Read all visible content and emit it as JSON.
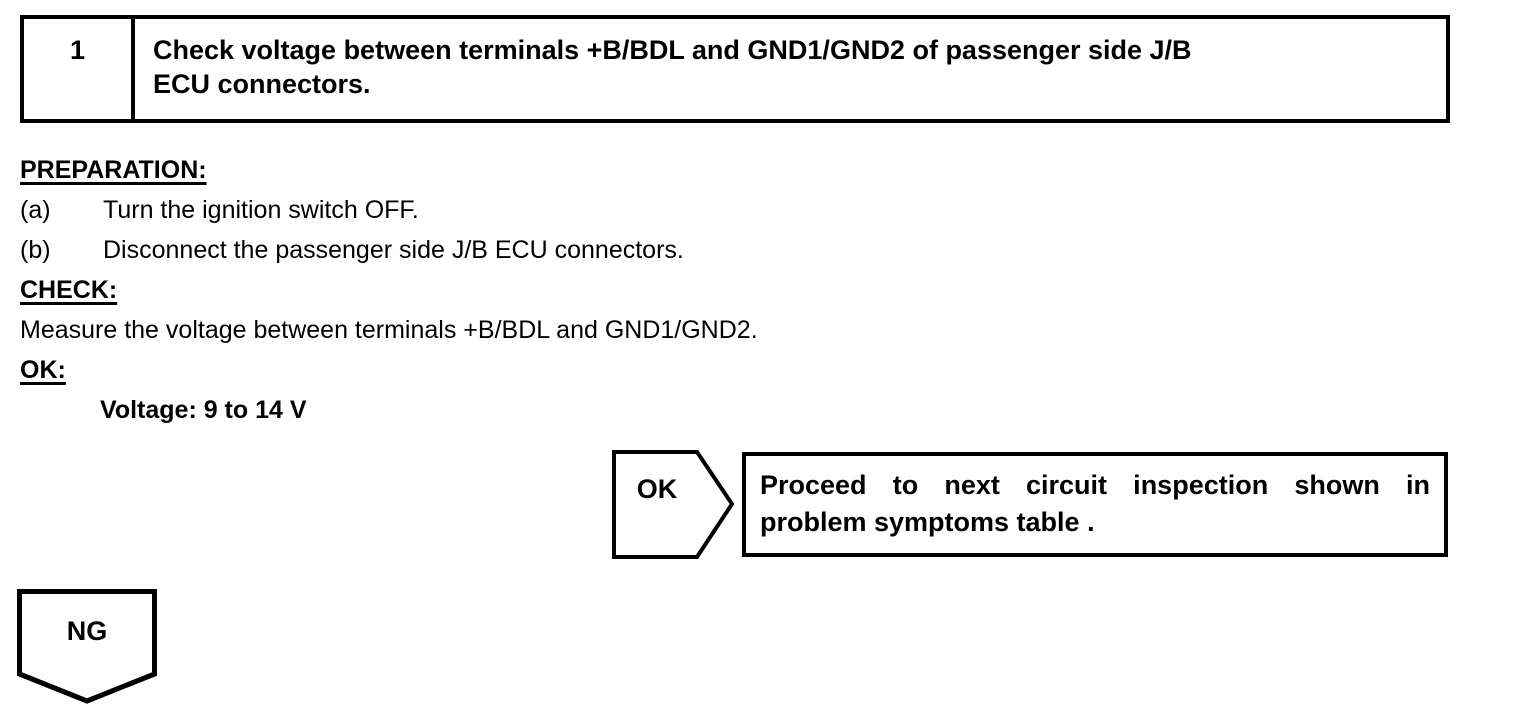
{
  "document": {
    "step": {
      "number": "1",
      "title_line1": "Check voltage between terminals +B/BDL and GND1/GND2 of passenger side J/B",
      "title_line2": "ECU connectors."
    },
    "preparation": {
      "heading": "PREPARATION:",
      "items": [
        {
          "label": "(a)",
          "text": "Turn the ignition switch OFF."
        },
        {
          "label": "(b)",
          "text": "Disconnect the passenger side J/B ECU connectors."
        }
      ]
    },
    "check": {
      "heading": "CHECK:",
      "text": "Measure the voltage between terminals +B/BDL and GND1/GND2."
    },
    "ok_spec": {
      "heading": "OK:",
      "value": "Voltage: 9 to 14 V"
    },
    "ok_branch": {
      "label": "OK",
      "result_line1": "Proceed to next circuit inspection shown in",
      "result_line2": "problem symptoms table ."
    },
    "ng_branch": {
      "label": "NG"
    },
    "colors": {
      "ink": "#000000",
      "paper": "#ffffff"
    }
  }
}
